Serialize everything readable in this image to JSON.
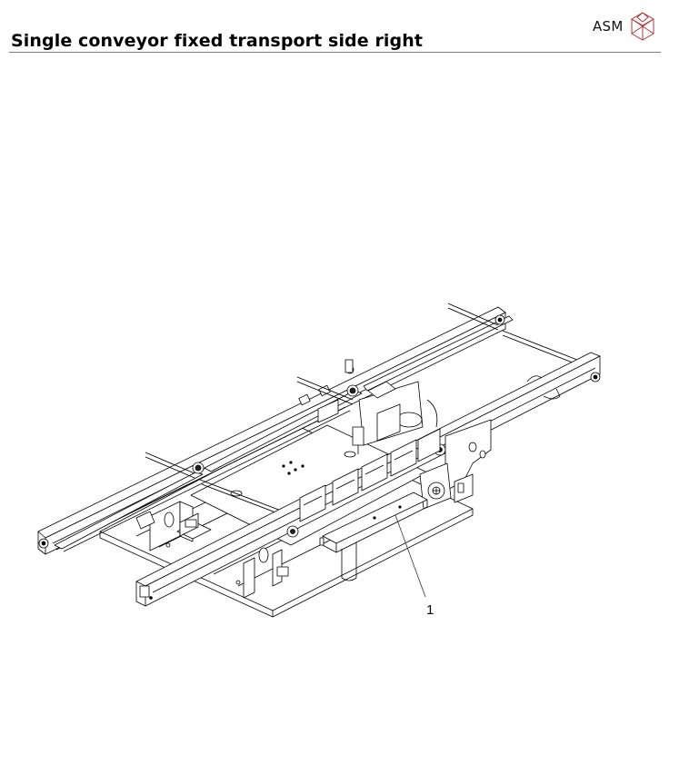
{
  "header": {
    "title": "Single conveyor fixed transport side right",
    "brand_text": "ASM",
    "brand_icon": "hexagon-cube-logo-icon",
    "brand_color": "#b0353a",
    "rule_color": "#7a7a7a"
  },
  "drawing": {
    "subject": "Single conveyor fixed transport side right assembly (isometric line drawing)",
    "line_color": "#000000",
    "callouts": [
      {
        "label": "1"
      }
    ]
  }
}
